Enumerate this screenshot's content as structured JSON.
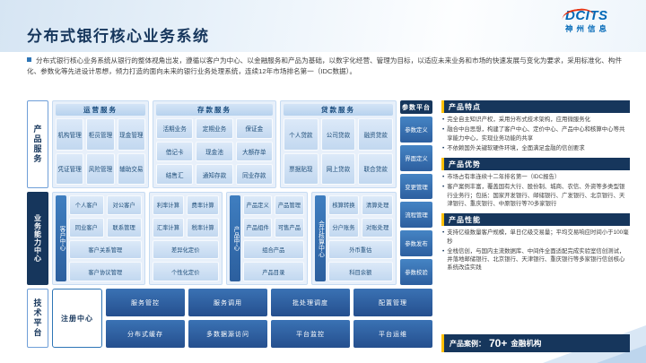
{
  "colors": {
    "navy": "#16365c",
    "blue": "#2e75b6",
    "light_blue": "#cfe0f4",
    "gold": "#ffc000",
    "logo_blue": "#0068b7",
    "logo_red": "#e63312"
  },
  "header": {
    "title": "分布式银行核心业务系统",
    "logo": {
      "brand": "DCITS",
      "cn": "神州信息"
    }
  },
  "intro": {
    "text": "分布式银行核心业务系统从银行的整体视角出发，遵循以客户为中心、以金融服务和产品为基础，以数字化经营、管理为目标，以适应未来业务和市场的快速发展与变化为要求，采用标准化、构件化、参数化等先进设计思想，倾力打造的面向未来的银行业务处理系统，连续12年市场排名第一（IDC数据）。"
  },
  "diagram": {
    "side_labels": [
      "产品服务",
      "业务能力中心",
      "技术平台"
    ],
    "product_services": {
      "groups": [
        {
          "title": "运营服务",
          "items": [
            "机构管理",
            "柜员管理",
            "现金管理",
            "凭证管理",
            "风险管理",
            "辅助交易"
          ]
        },
        {
          "title": "存款服务",
          "items": [
            "活期业务",
            "定期业务",
            "保证金",
            "借记卡",
            "现金池",
            "大额存单",
            "结售汇",
            "通知存款",
            "同业存款"
          ]
        },
        {
          "title": "贷款服务",
          "items": [
            "个人贷款",
            "公司贷款",
            "融资贷款",
            "票据贴现",
            "网上贷款",
            "联合贷款"
          ]
        }
      ]
    },
    "param_platform": {
      "title": "参数平台",
      "items": [
        "参数定义",
        "界面定义",
        "变更管理",
        "流程管理",
        "参数发布",
        "参数校验"
      ]
    },
    "capability_center": {
      "groups": [
        {
          "label": "客户中心",
          "items": [
            "个人客户",
            "对公客户",
            "同业客户",
            "联系管理"
          ],
          "wide": [
            "客户关系管理",
            "客户协议管理"
          ]
        },
        {
          "label": "",
          "items": [
            "利率计算",
            "费率计算",
            "汇率计算",
            "税率计算"
          ],
          "wide": [
            "差异化定价",
            "个性化定价"
          ]
        },
        {
          "label": "产品中心",
          "items": [
            "产品定义",
            "产品管理",
            "产品组件",
            "可售产品"
          ],
          "wide": [
            "组合产品",
            "产品目录"
          ]
        },
        {
          "label": "会计核算中心",
          "items": [
            "核算转换",
            "清算处理",
            "分户账务",
            "对账处理"
          ],
          "wide": [
            "外币重估",
            "科目余额"
          ]
        }
      ]
    },
    "tech_platform": {
      "registry": "注册中心",
      "items": [
        "服务管控",
        "服务调用",
        "批处理调度",
        "配置管理",
        "分布式缓存",
        "多数据源访问",
        "平台监控",
        "平台运维"
      ]
    }
  },
  "panel": {
    "sections": [
      {
        "title": "产品特点",
        "bullets": [
          "完全自主知识产权，采用分布式技术架构，应用微服务化",
          "融合中台思想，构建了客户中心、定价中心、产品中心和核算中心等共享能力中心，实现业务功能的共享",
          "不依赖国外关键软硬件环境，全面满足金融的信创要求"
        ]
      },
      {
        "title": "产品优势",
        "bullets": [
          "市场占有率连续十二年排名第一（IDC报告）",
          "客户案例丰富，覆盖国有大行、股份制、城商、农信、外资等多类型银行业务行；包括：国家开发银行、邮储银行、广发银行、北京银行、天津银行、重庆银行、中原银行等70多家银行"
        ]
      },
      {
        "title": "产品性能",
        "bullets": [
          "支持亿级数量客户规模，单日亿级交易量；平均交易响应时间小于100毫秒",
          "全栈信创，与国内主流数据库、中间件全面适配完成实验室信创测试，并落地邮储银行、北京银行、天津银行、重庆银行等多家银行信创核心系统改造实践"
        ]
      }
    ],
    "cases": {
      "title": "产品案例：",
      "highlight": "70+",
      "suffix": "金融机构"
    }
  }
}
